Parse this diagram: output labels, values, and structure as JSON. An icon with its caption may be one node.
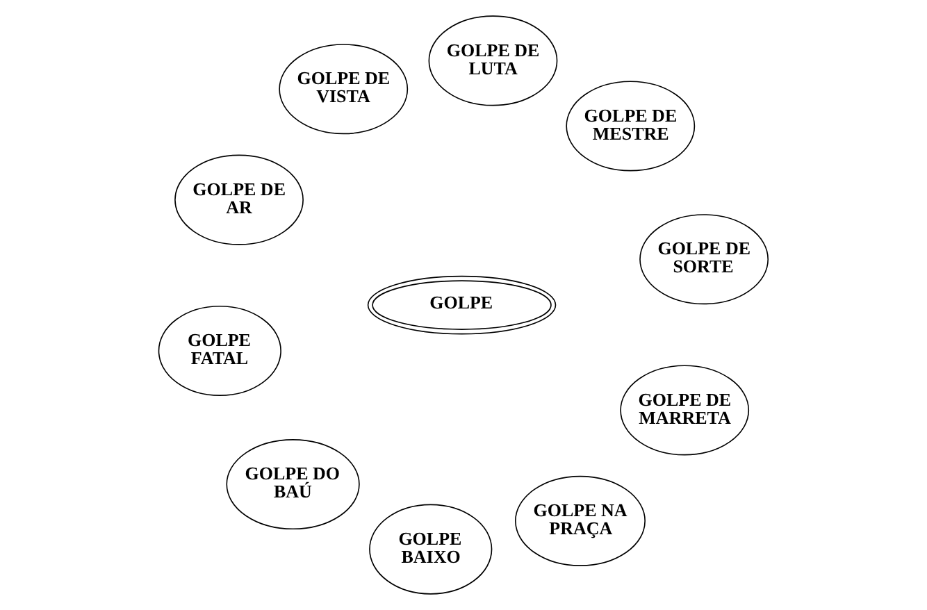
{
  "diagram": {
    "nodes": [
      {
        "text": [
          "GOLPE DE VISTA"
        ]
      },
      {
        "text": [
          "GOLPE DE LUTA"
        ]
      },
      {
        "text": [
          "GOLPE DE MESTRE"
        ]
      },
      {
        "text": [
          "GOLPE DE AR"
        ]
      },
      {
        "text": [
          "GOLPE DE SORTE"
        ]
      },
      {
        "text": [
          "GOLPE"
        ]
      },
      {
        "text": [
          "GOLPE FATAL"
        ]
      },
      {
        "text": [
          "GOLPE DE MARRETA"
        ]
      },
      {
        "text": [
          "GOLPE DO BAÚ"
        ]
      },
      {
        "text": [
          "GOLPE NA PRAÇA"
        ]
      },
      {
        "text": [
          "GOLPE BAIXO"
        ]
      }
    ],
    "edges": []
  }
}
